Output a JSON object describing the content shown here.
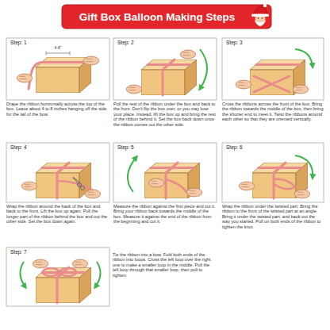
{
  "diagram": {
    "title": "Gift Box Balloon Making Steps",
    "nodes": [
      {
        "text": [
          "Step: 1",
          "Drape the ribbon horizontally across the top of the box. Leave about 4 to 8 inches hanging off the side for the tail of the bow."
        ]
      },
      {
        "text": [
          "Step: 2",
          "Pull the rest of the ribbon under the box and back to the front. Don't flip the box over, or you may lose your place. Instead, lift the box up and bring the rest of the ribbon behind it. Set the box back down once the ribbon comes out the other side."
        ]
      },
      {
        "text": [
          "Step: 3",
          "Cross the ribbons across the front of the box. Bring the ribbon towards the middle of the box, then bring the shorter end to meet it. Twist the ribbons around each other so that they are oriented vertically."
        ]
      },
      {
        "text": [
          "Step: 4",
          "Wrap the ribbon around the back of the box and back to the front. Lift the box up again. Pull the longer part of the ribbon behind the box and out the other side. Set the box down again."
        ]
      },
      {
        "text": [
          "Step: 5",
          "Measure the ribbon against the first piece and cut it. Bring your ribbon back towards the middle of the box. Measure it against the end of the ribbon from the beginning and cut it."
        ]
      },
      {
        "text": [
          "Step: 6",
          "Wrap the ribbon under the twisted part. Bring the ribbon to the front of the twisted part at an angle. Bring it under the twisted part, and back out the way you started. Pull on both ends of the ribbon to tighten the knot."
        ]
      },
      {
        "text": [
          "Step: 7",
          "Tie the ribbon into a bow. Fold both ends of the ribbon into loops. Cross the left loop over the right one to make a smaller loop in the middle. Pull the left loop through that smaller loop, then pull to tighten."
        ]
      }
    ],
    "labels": [
      "4-8\""
    ]
  }
}
